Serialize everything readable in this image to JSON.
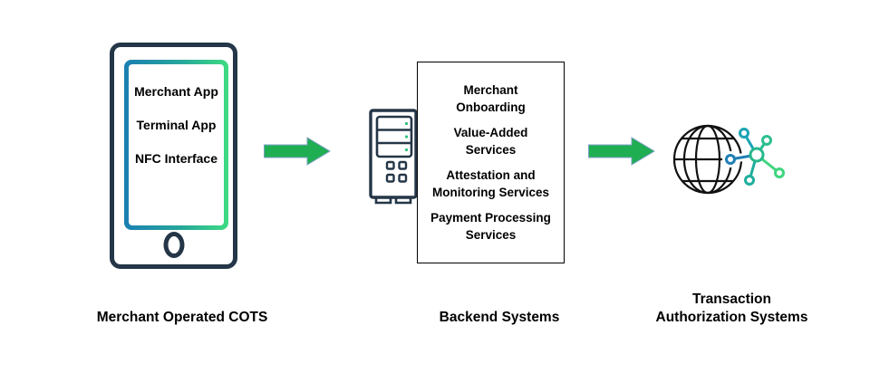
{
  "diagram": {
    "cots": {
      "screen_items": [
        "Merchant App",
        "Terminal App",
        "NFC Interface"
      ],
      "label": "Merchant Operated COTS"
    },
    "backend": {
      "items": [
        [
          "Merchant",
          "Onboarding"
        ],
        [
          "Value-Added",
          "Services"
        ],
        [
          "Attestation and",
          "Monitoring Services"
        ],
        [
          "Payment Processing",
          "Services"
        ]
      ],
      "label": "Backend Systems"
    },
    "transaction": {
      "label_line1": "Transaction",
      "label_line2": "Authorization Systems"
    },
    "colors": {
      "outline_navy": "#243647",
      "gradient_start": "#1b7fb2",
      "gradient_end": "#3edc82",
      "arrow_green": "#1fae52",
      "arrow_border": "#7ea1c8",
      "box_border": "#000000",
      "globe_black": "#111111",
      "node_blue": "#1e7eb5",
      "node_teal": "#1aa4b5",
      "node_green": "#3ed57e",
      "text": "#000000"
    }
  }
}
